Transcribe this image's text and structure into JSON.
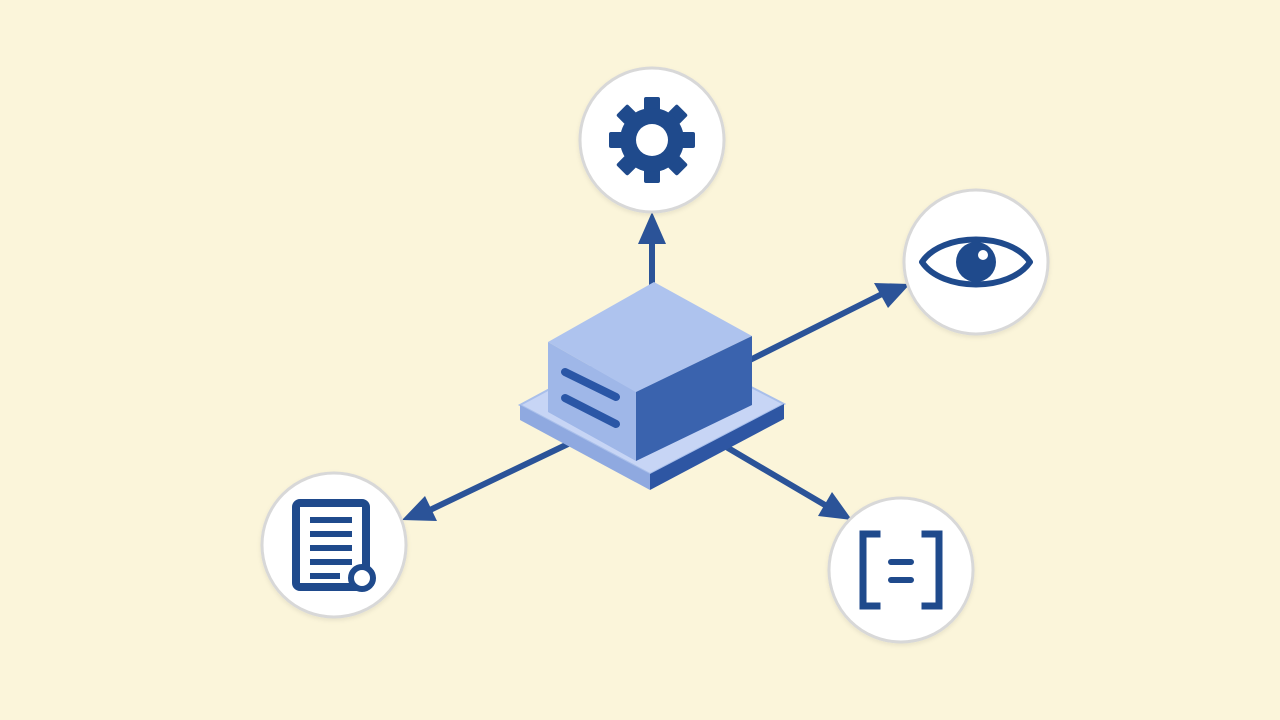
{
  "colors": {
    "background": "#FBF5DA",
    "arrow": "#2B5398",
    "icon": "#1F4A8C",
    "circle_fill": "#FFFFFF",
    "circle_border": "#D8D8D8",
    "server_top": "#AEC3EE",
    "server_side_dark": "#3A63AE",
    "server_front_light": "#9FB7E8",
    "server_base": "#C7D5F5"
  },
  "diagram": {
    "hub": {
      "icon": "server-block-icon"
    },
    "nodes": [
      {
        "id": "settings",
        "icon": "gear-icon"
      },
      {
        "id": "view",
        "icon": "eye-icon"
      },
      {
        "id": "document",
        "icon": "document-icon"
      },
      {
        "id": "data",
        "icon": "bracket-equals-icon"
      }
    ],
    "connectors": [
      {
        "from": "hub",
        "to": "settings"
      },
      {
        "from": "hub",
        "to": "view"
      },
      {
        "from": "hub",
        "to": "document"
      },
      {
        "from": "hub",
        "to": "data"
      }
    ]
  }
}
